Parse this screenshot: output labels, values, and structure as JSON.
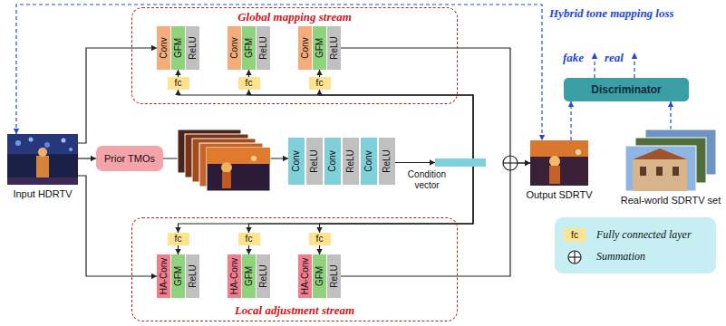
{
  "diagram": {
    "nodes": [
      {
        "text": [
          "Global mapping stream"
        ]
      },
      {
        "text": [
          "Conv"
        ],
        "in": 0
      },
      {
        "text": [
          "GFM"
        ],
        "in": 0
      },
      {
        "text": [
          "ReLU"
        ],
        "in": 0
      },
      {
        "text": [
          "Conv"
        ],
        "in": 0
      },
      {
        "text": [
          "GFM"
        ],
        "in": 0
      },
      {
        "text": [
          "ReLU"
        ],
        "in": 0
      },
      {
        "text": [
          "Conv"
        ],
        "in": 0
      },
      {
        "text": [
          "GFM"
        ],
        "in": 0
      },
      {
        "text": [
          "ReLU"
        ],
        "in": 0
      },
      {
        "text": [
          "fc"
        ],
        "in": 0
      },
      {
        "text": [
          "fc"
        ],
        "in": 0
      },
      {
        "text": [
          "fc"
        ],
        "in": 0
      },
      {
        "text": [
          "Input HDRTV"
        ]
      },
      {
        "text": [
          "Prior TMOs"
        ]
      },
      {
        "text": [
          "Conv"
        ]
      },
      {
        "text": [
          "ReLU"
        ]
      },
      {
        "text": [
          "Conv"
        ]
      },
      {
        "text": [
          "ReLU"
        ]
      },
      {
        "text": [
          "Conv"
        ]
      },
      {
        "text": [
          "ReLU"
        ]
      },
      {
        "text": [
          "Condition vector"
        ]
      },
      {
        "text": [
          "Output SDRTV"
        ]
      },
      {
        "text": [
          "Discriminator"
        ]
      },
      {
        "text": [
          "Real-world SDRTV set"
        ]
      },
      {
        "text": [
          "Local adjustment stream"
        ]
      },
      {
        "text": [
          "fc"
        ],
        "in": 25
      },
      {
        "text": [
          "fc"
        ],
        "in": 25
      },
      {
        "text": [
          "fc"
        ],
        "in": 25
      },
      {
        "text": [
          "HA-Conv"
        ],
        "in": 25
      },
      {
        "text": [
          "GFM"
        ],
        "in": 25
      },
      {
        "text": [
          "ReLU"
        ],
        "in": 25
      },
      {
        "text": [
          "HA-Conv"
        ],
        "in": 25
      },
      {
        "text": [
          "GFM"
        ],
        "in": 25
      },
      {
        "text": [
          "ReLU"
        ],
        "in": 25
      },
      {
        "text": [
          "HA-Conv"
        ],
        "in": 25
      },
      {
        "text": [
          "GFM"
        ],
        "in": 25
      },
      {
        "text": [
          "ReLU"
        ],
        "in": 25
      }
    ],
    "edges": [
      {
        "from": 13,
        "to": 1,
        "arrow": "to"
      },
      {
        "from": 13,
        "to": 29,
        "arrow": "to"
      },
      {
        "from": 13,
        "to": 14,
        "arrow": "to"
      },
      {
        "from": 14,
        "to": 15,
        "arrow": "to"
      },
      {
        "from": 20,
        "to": 21,
        "arrow": "to"
      },
      {
        "from": 21,
        "to": 10,
        "arrow": "to"
      },
      {
        "from": 21,
        "to": 11,
        "arrow": "to"
      },
      {
        "from": 21,
        "to": 12,
        "arrow": "to"
      },
      {
        "from": 21,
        "to": 26,
        "arrow": "to"
      },
      {
        "from": 21,
        "to": 27,
        "arrow": "to"
      },
      {
        "from": 21,
        "to": 28,
        "arrow": "to"
      },
      {
        "from": 10,
        "to": 2,
        "arrow": "to"
      },
      {
        "from": 11,
        "to": 5,
        "arrow": "to"
      },
      {
        "from": 12,
        "to": 8,
        "arrow": "to"
      },
      {
        "from": 26,
        "to": 30,
        "arrow": "to"
      },
      {
        "from": 27,
        "to": 33,
        "arrow": "to"
      },
      {
        "from": 28,
        "to": 36,
        "arrow": "to"
      },
      {
        "from": 9,
        "to": 22,
        "arrow": "to"
      },
      {
        "from": 37,
        "to": 22,
        "arrow": "to"
      },
      {
        "from": 22,
        "to": 23,
        "arrow": "to"
      },
      {
        "from": 24,
        "to": 23,
        "arrow": "to"
      },
      {
        "from": 13,
        "to": 22,
        "label": "Hybrid tone mapping loss",
        "arrow": "both"
      }
    ],
    "labels": [
      "fake",
      "real",
      "fc"
    ],
    "legend": [
      {
        "text": "Fully connected layer",
        "color": "#ffe38f"
      },
      {
        "text": "Summation"
      }
    ]
  }
}
